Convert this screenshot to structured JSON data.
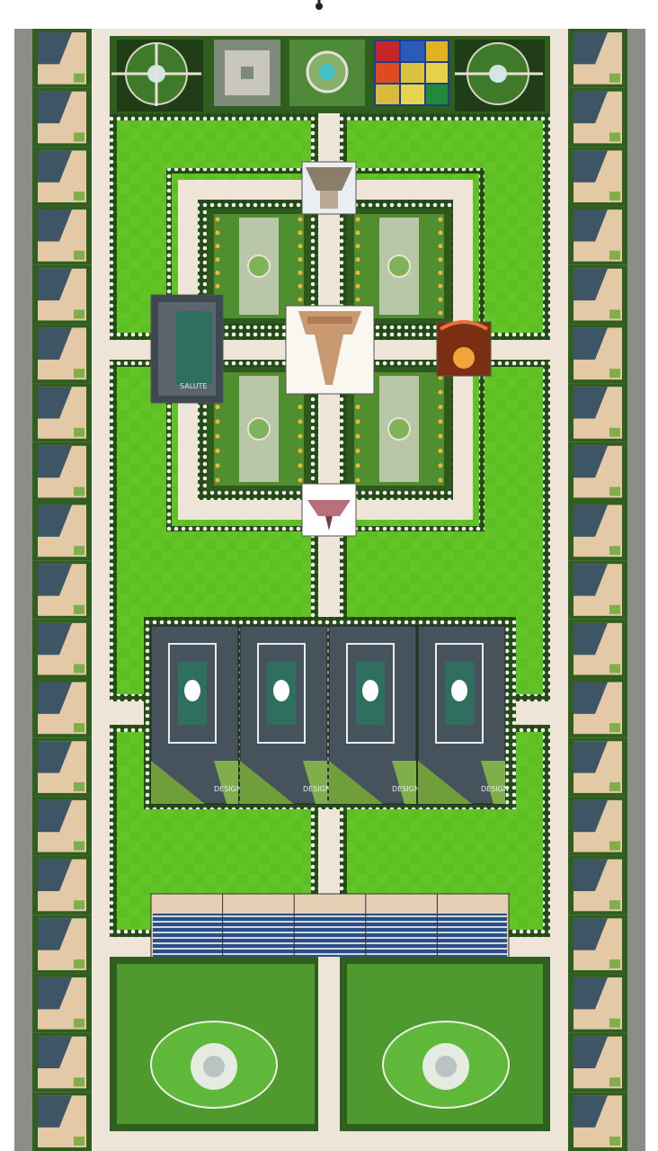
{
  "plan": {
    "title": "",
    "palette": {
      "road": "#8c8c88",
      "house_roof": "#3e5566",
      "house_wall": "#e3c9a6",
      "hedge": "#2f5e1e",
      "path": "#efe4d8",
      "lawn": "#5cbf22",
      "lawn_light": "#6ccc2c",
      "building_roof": "#46525c",
      "roof_accent": "#2f6f5f",
      "solar_blue": "#2c4f86",
      "solar_tan": "#e7cfb6"
    },
    "houses_per_column": 19,
    "roof_labels": {
      "meeting_hall": "SALUTE",
      "blocks": "DESIGN"
    },
    "icons": [
      "round-garden-icon",
      "courtyard-plan-icon",
      "fountain-garden-icon",
      "vastu-grid-icon",
      "temple-icon",
      "temple-spire-icon",
      "sun-court-icon",
      "amphitheatre-icon"
    ]
  }
}
